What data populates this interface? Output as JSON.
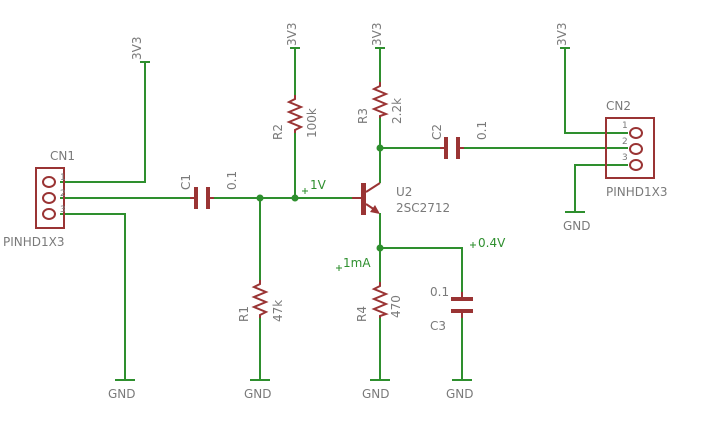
{
  "schematic": {
    "supply_label": "3V3",
    "ground_label": "GND",
    "cn1": {
      "name": "CN1",
      "value": "PINHD1X3",
      "pins": [
        "1",
        "2",
        "3"
      ]
    },
    "cn2": {
      "name": "CN2",
      "value": "PINHD1X3",
      "pins": [
        "1",
        "2",
        "3"
      ]
    },
    "c1": {
      "name": "C1",
      "value": "0.1"
    },
    "c2": {
      "name": "C2",
      "value": "0.1"
    },
    "c3": {
      "name": "C3",
      "value": "0.1"
    },
    "r1": {
      "name": "R1",
      "value": "47k"
    },
    "r2": {
      "name": "R2",
      "value": "100k"
    },
    "r3": {
      "name": "R3",
      "value": "2.2k"
    },
    "r4": {
      "name": "R4",
      "value": "470"
    },
    "u2": {
      "name": "U2",
      "value": "2SC2712"
    },
    "annotations": {
      "base_voltage": "1V",
      "emitter_current": "1mA",
      "emitter_voltage": "0.4V"
    }
  }
}
